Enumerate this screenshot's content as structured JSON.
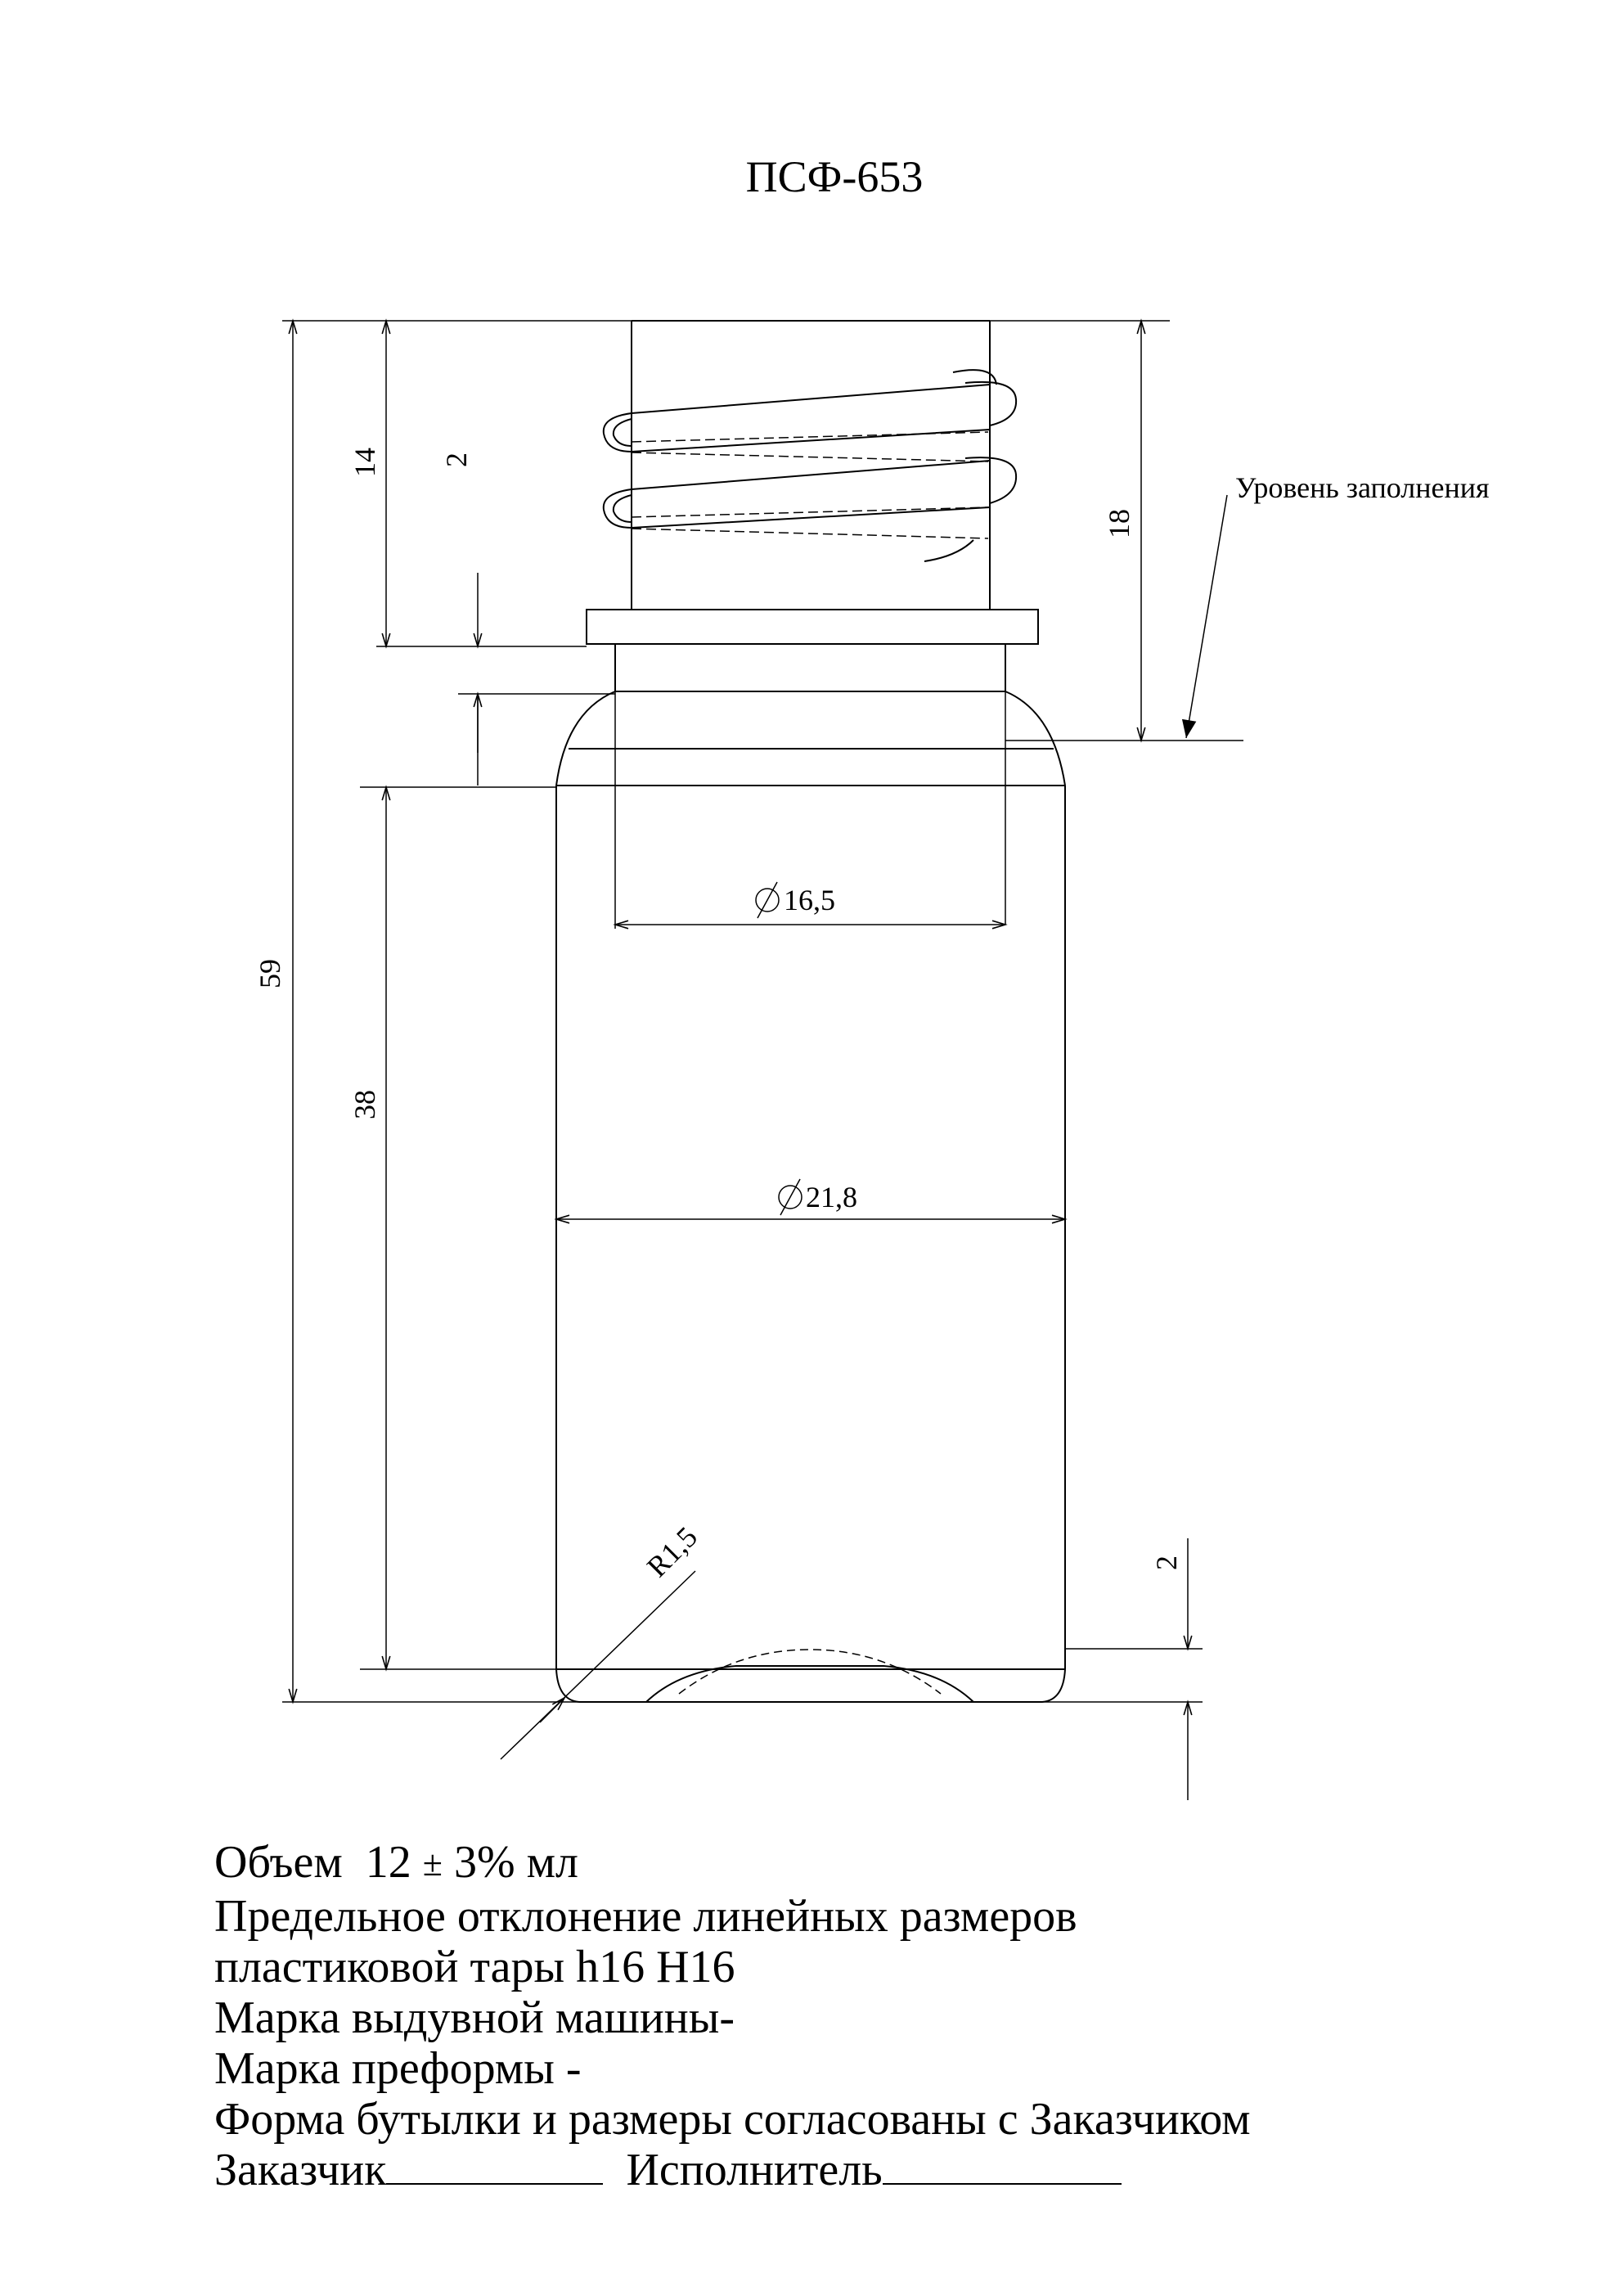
{
  "title": "ПСФ-653",
  "dimensions": {
    "total_height": "59",
    "neck_height": "14",
    "thread_pitch": "2",
    "fill_depth": "18",
    "body_height": "38",
    "neck_diameter": "16,5",
    "body_diameter": "21,8",
    "base_radius": "R1,5",
    "base_recess": "2"
  },
  "fill_level_label": "Уровень заполнения",
  "notes": {
    "volume_prefix": "Объем  12 ",
    "volume_pm": "±",
    "volume_suffix": " 3% мл",
    "line2": "Предельное отклонение линейных размеров",
    "line3": "пластиковой тары h16 H16",
    "line4": "Марка выдувной машины-",
    "line5": "Марка преформы -",
    "line6": "Форма бутылки и размеры согласованы с Заказчиком",
    "customer_label": "Заказчик",
    "contractor_label": "Исполнитель"
  }
}
